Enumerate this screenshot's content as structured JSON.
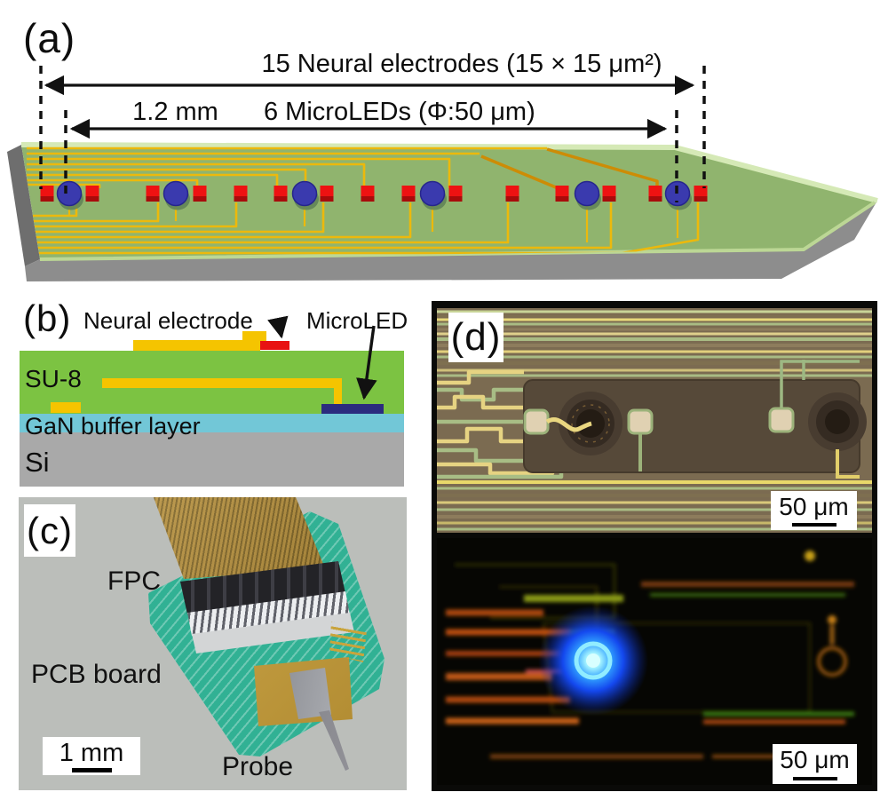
{
  "figure": {
    "panels": {
      "a": {
        "label": "(a)",
        "electrodes_annotation": "15 Neural electrodes (15 × 15 μm²)",
        "length_label": "1.2 mm",
        "leds_annotation": "6 MicroLEDs (Φ:50 μm)",
        "electrode_count": 15,
        "microled_count": 6
      },
      "b": {
        "label": "(b)",
        "annotation_electrode": "Neural electrode",
        "annotation_led": "MicroLED",
        "layer_su8": "SU-8",
        "layer_gan": "GaN buffer layer",
        "layer_si": "Si"
      },
      "c": {
        "label": "(c)",
        "annotation_fpc": "FPC",
        "annotation_pcb": "PCB board",
        "annotation_probe": "Probe",
        "scale_bar": "1 mm"
      },
      "d": {
        "label": "(d)",
        "scale_bar_top": "50 μm",
        "scale_bar_bottom": "50 μm"
      }
    },
    "colors": {
      "su8_green": "#7cc342",
      "gan_cyan": "#72c7d7",
      "si_gray": "#a9a9a9",
      "trace_yellow": "#ecb90c",
      "electrode_red": "#e81212",
      "microled_blue": "#3a3aae",
      "probe_surface_green": "#90b46e",
      "pcb_teal": "#31b194",
      "led_emission_blue": "#1448ee"
    }
  }
}
